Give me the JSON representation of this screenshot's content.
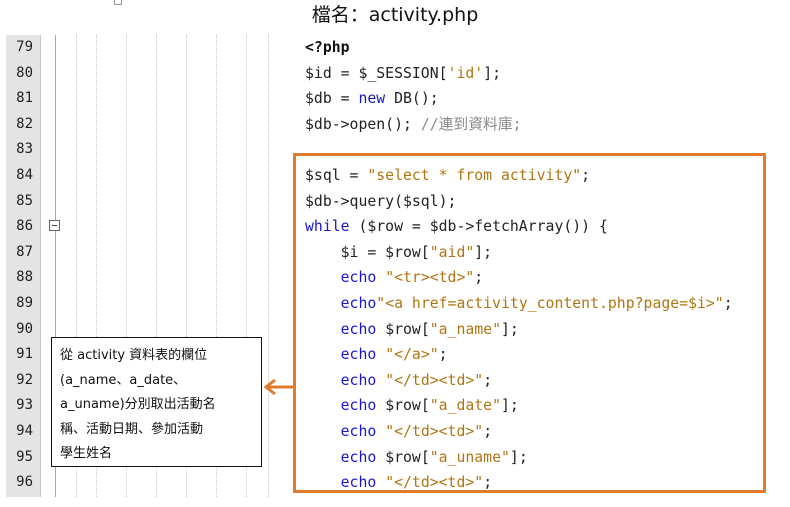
{
  "title": "檔名：activity.php",
  "code_lines": [
    {
      "num": "79",
      "segments": [
        {
          "t": "<?php",
          "c": "php-tag"
        }
      ]
    },
    {
      "num": "80",
      "segments": [
        {
          "t": "$id = $_SESSION[",
          "c": ""
        },
        {
          "t": "'id'",
          "c": "str"
        },
        {
          "t": "];",
          "c": ""
        }
      ]
    },
    {
      "num": "81",
      "segments": [
        {
          "t": "$db = ",
          "c": ""
        },
        {
          "t": "new",
          "c": "kw"
        },
        {
          "t": " DB();",
          "c": ""
        }
      ]
    },
    {
      "num": "82",
      "segments": [
        {
          "t": "$db->open(); ",
          "c": ""
        },
        {
          "t": "//連到資料庫;",
          "c": "cmt"
        }
      ]
    },
    {
      "num": "83",
      "segments": []
    },
    {
      "num": "84",
      "segments": [
        {
          "t": "$sql = ",
          "c": ""
        },
        {
          "t": "\"select * from activity\"",
          "c": "str"
        },
        {
          "t": ";",
          "c": ""
        }
      ]
    },
    {
      "num": "85",
      "segments": [
        {
          "t": "$db->query($sql);",
          "c": ""
        }
      ]
    },
    {
      "num": "86",
      "fold": true,
      "segments": [
        {
          "t": "while",
          "c": "kw"
        },
        {
          "t": " ($row = $db->fetchArray()) {",
          "c": ""
        }
      ]
    },
    {
      "num": "87",
      "segments": [
        {
          "t": "    $i = $row[",
          "c": ""
        },
        {
          "t": "\"aid\"",
          "c": "str"
        },
        {
          "t": "];",
          "c": ""
        }
      ]
    },
    {
      "num": "88",
      "segments": [
        {
          "t": "    ",
          "c": ""
        },
        {
          "t": "echo",
          "c": "kw"
        },
        {
          "t": " ",
          "c": ""
        },
        {
          "t": "\"<tr><td>\"",
          "c": "str"
        },
        {
          "t": ";",
          "c": ""
        }
      ]
    },
    {
      "num": "89",
      "segments": [
        {
          "t": "    ",
          "c": ""
        },
        {
          "t": "echo",
          "c": "kw"
        },
        {
          "t": "\"<a href=activity_content.php?page=$i>\"",
          "c": "str"
        },
        {
          "t": ";",
          "c": ""
        }
      ]
    },
    {
      "num": "90",
      "segments": [
        {
          "t": "    ",
          "c": ""
        },
        {
          "t": "echo",
          "c": "kw"
        },
        {
          "t": " $row[",
          "c": ""
        },
        {
          "t": "\"a_name\"",
          "c": "str"
        },
        {
          "t": "];",
          "c": ""
        }
      ]
    },
    {
      "num": "91",
      "segments": [
        {
          "t": "    ",
          "c": ""
        },
        {
          "t": "echo",
          "c": "kw"
        },
        {
          "t": " ",
          "c": ""
        },
        {
          "t": "\"</a>\"",
          "c": "str"
        },
        {
          "t": ";",
          "c": ""
        }
      ]
    },
    {
      "num": "92",
      "segments": [
        {
          "t": "    ",
          "c": ""
        },
        {
          "t": "echo",
          "c": "kw"
        },
        {
          "t": " ",
          "c": ""
        },
        {
          "t": "\"</td><td>\"",
          "c": "str"
        },
        {
          "t": ";",
          "c": ""
        }
      ]
    },
    {
      "num": "93",
      "segments": [
        {
          "t": "    ",
          "c": ""
        },
        {
          "t": "echo",
          "c": "kw"
        },
        {
          "t": " $row[",
          "c": ""
        },
        {
          "t": "\"a_date\"",
          "c": "str"
        },
        {
          "t": "];",
          "c": ""
        }
      ]
    },
    {
      "num": "94",
      "segments": [
        {
          "t": "    ",
          "c": ""
        },
        {
          "t": "echo",
          "c": "kw"
        },
        {
          "t": " ",
          "c": ""
        },
        {
          "t": "\"</td><td>\"",
          "c": "str"
        },
        {
          "t": ";",
          "c": ""
        }
      ]
    },
    {
      "num": "95",
      "segments": [
        {
          "t": "    ",
          "c": ""
        },
        {
          "t": "echo",
          "c": "kw"
        },
        {
          "t": " $row[",
          "c": ""
        },
        {
          "t": "\"a_uname\"",
          "c": "str"
        },
        {
          "t": "];",
          "c": ""
        }
      ]
    },
    {
      "num": "96",
      "segments": [
        {
          "t": "    ",
          "c": ""
        },
        {
          "t": "echo",
          "c": "kw"
        },
        {
          "t": " ",
          "c": ""
        },
        {
          "t": "\"</td><td>\"",
          "c": "str"
        },
        {
          "t": ";",
          "c": ""
        }
      ]
    }
  ],
  "callout": {
    "lines": [
      "從 activity 資料表的欄位",
      "(a_name、a_date、",
      "a_uname)分別取出活動名",
      "稱、活動日期、參加活動",
      "學生姓名"
    ]
  },
  "colors": {
    "highlight": "#e07a2c",
    "keyword": "#1818c8",
    "string": "#b07512",
    "comment": "#8a8a8a"
  }
}
